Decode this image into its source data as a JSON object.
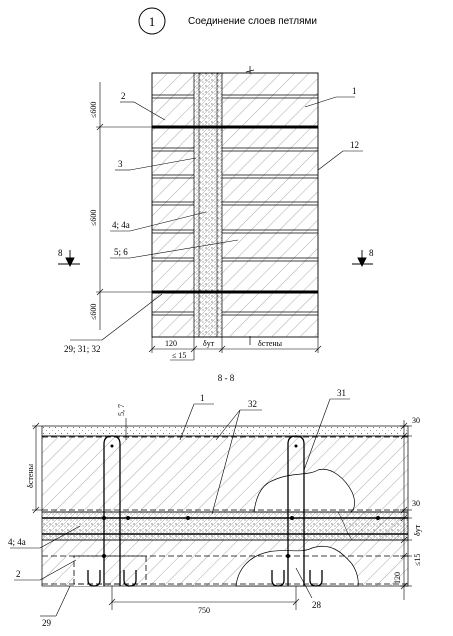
{
  "header": {
    "detail_number": "1",
    "title": "Соединение слоев петлями"
  },
  "elevation": {
    "callouts": {
      "c2": "2",
      "c1": "1",
      "c3": "3",
      "c12": "12",
      "c4": "4; 4а",
      "c5": "5; 6",
      "c29": "29; 31; 32"
    },
    "spacing": {
      "top": "≤600",
      "middle": "≤600",
      "bottom": "≤600"
    },
    "section_mark": "8",
    "dims": {
      "d120": "120",
      "le15": "≤ 15",
      "d_ut": "δут",
      "d_wall": "δстены"
    }
  },
  "section": {
    "title": "8 - 8",
    "callouts": {
      "c1": "1",
      "c32": "32",
      "c31": "31",
      "c57": "5, 7",
      "c4": "4; 4а",
      "c2": "2",
      "c29": "29",
      "c28": "28"
    },
    "dims": {
      "d30a": "30",
      "d30b": "30",
      "d_ut": "δут",
      "le15": "≤15",
      "d120": "120",
      "d750": "750",
      "d_wall": "δстены"
    }
  }
}
